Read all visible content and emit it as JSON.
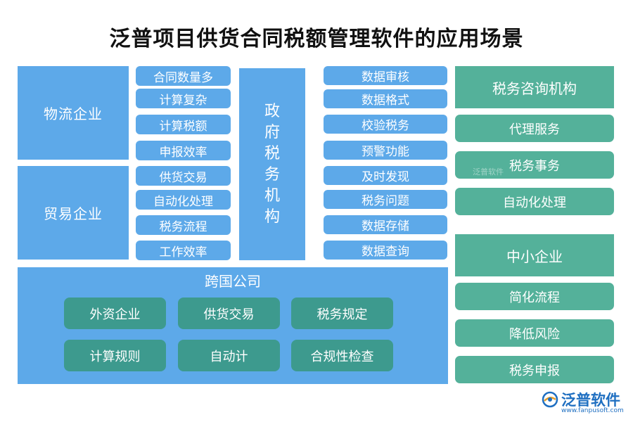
{
  "title": "泛普项目供货合同税额管理软件的应用场景",
  "logistics": {
    "label": "物流企业",
    "items": [
      "合同数量多",
      "计算复杂",
      "计算税额",
      "申报效率"
    ]
  },
  "trade": {
    "label": "贸易企业",
    "items": [
      "供货交易",
      "自动化处理",
      "税务流程",
      "工作效率"
    ]
  },
  "government": {
    "label": "政府税务机构"
  },
  "gov_items": [
    "数据审核",
    "数据格式",
    "校验税务",
    "预警功能",
    "及时发现",
    "税务问题",
    "数据存储",
    "数据查询"
  ],
  "multinational": {
    "label": "跨国公司",
    "items": [
      "外资企业",
      "供货交易",
      "税务规定",
      "计算规则",
      "自动计",
      "合规性检查"
    ]
  },
  "tax_consulting": {
    "label": "税务咨询机构",
    "items": [
      "代理服务",
      "税务事务",
      "自动化处理"
    ]
  },
  "sme": {
    "label": "中小企业",
    "items": [
      "简化流程",
      "降低风险",
      "税务申报"
    ]
  },
  "watermark": "泛普软件",
  "logo": {
    "name": "泛普软件",
    "url": "www.fanpusoft.com"
  },
  "colors": {
    "blue": "#5da9e9",
    "green": "#54b19a",
    "teal": "#3d9a8e",
    "logo": "#1f6fc1"
  }
}
